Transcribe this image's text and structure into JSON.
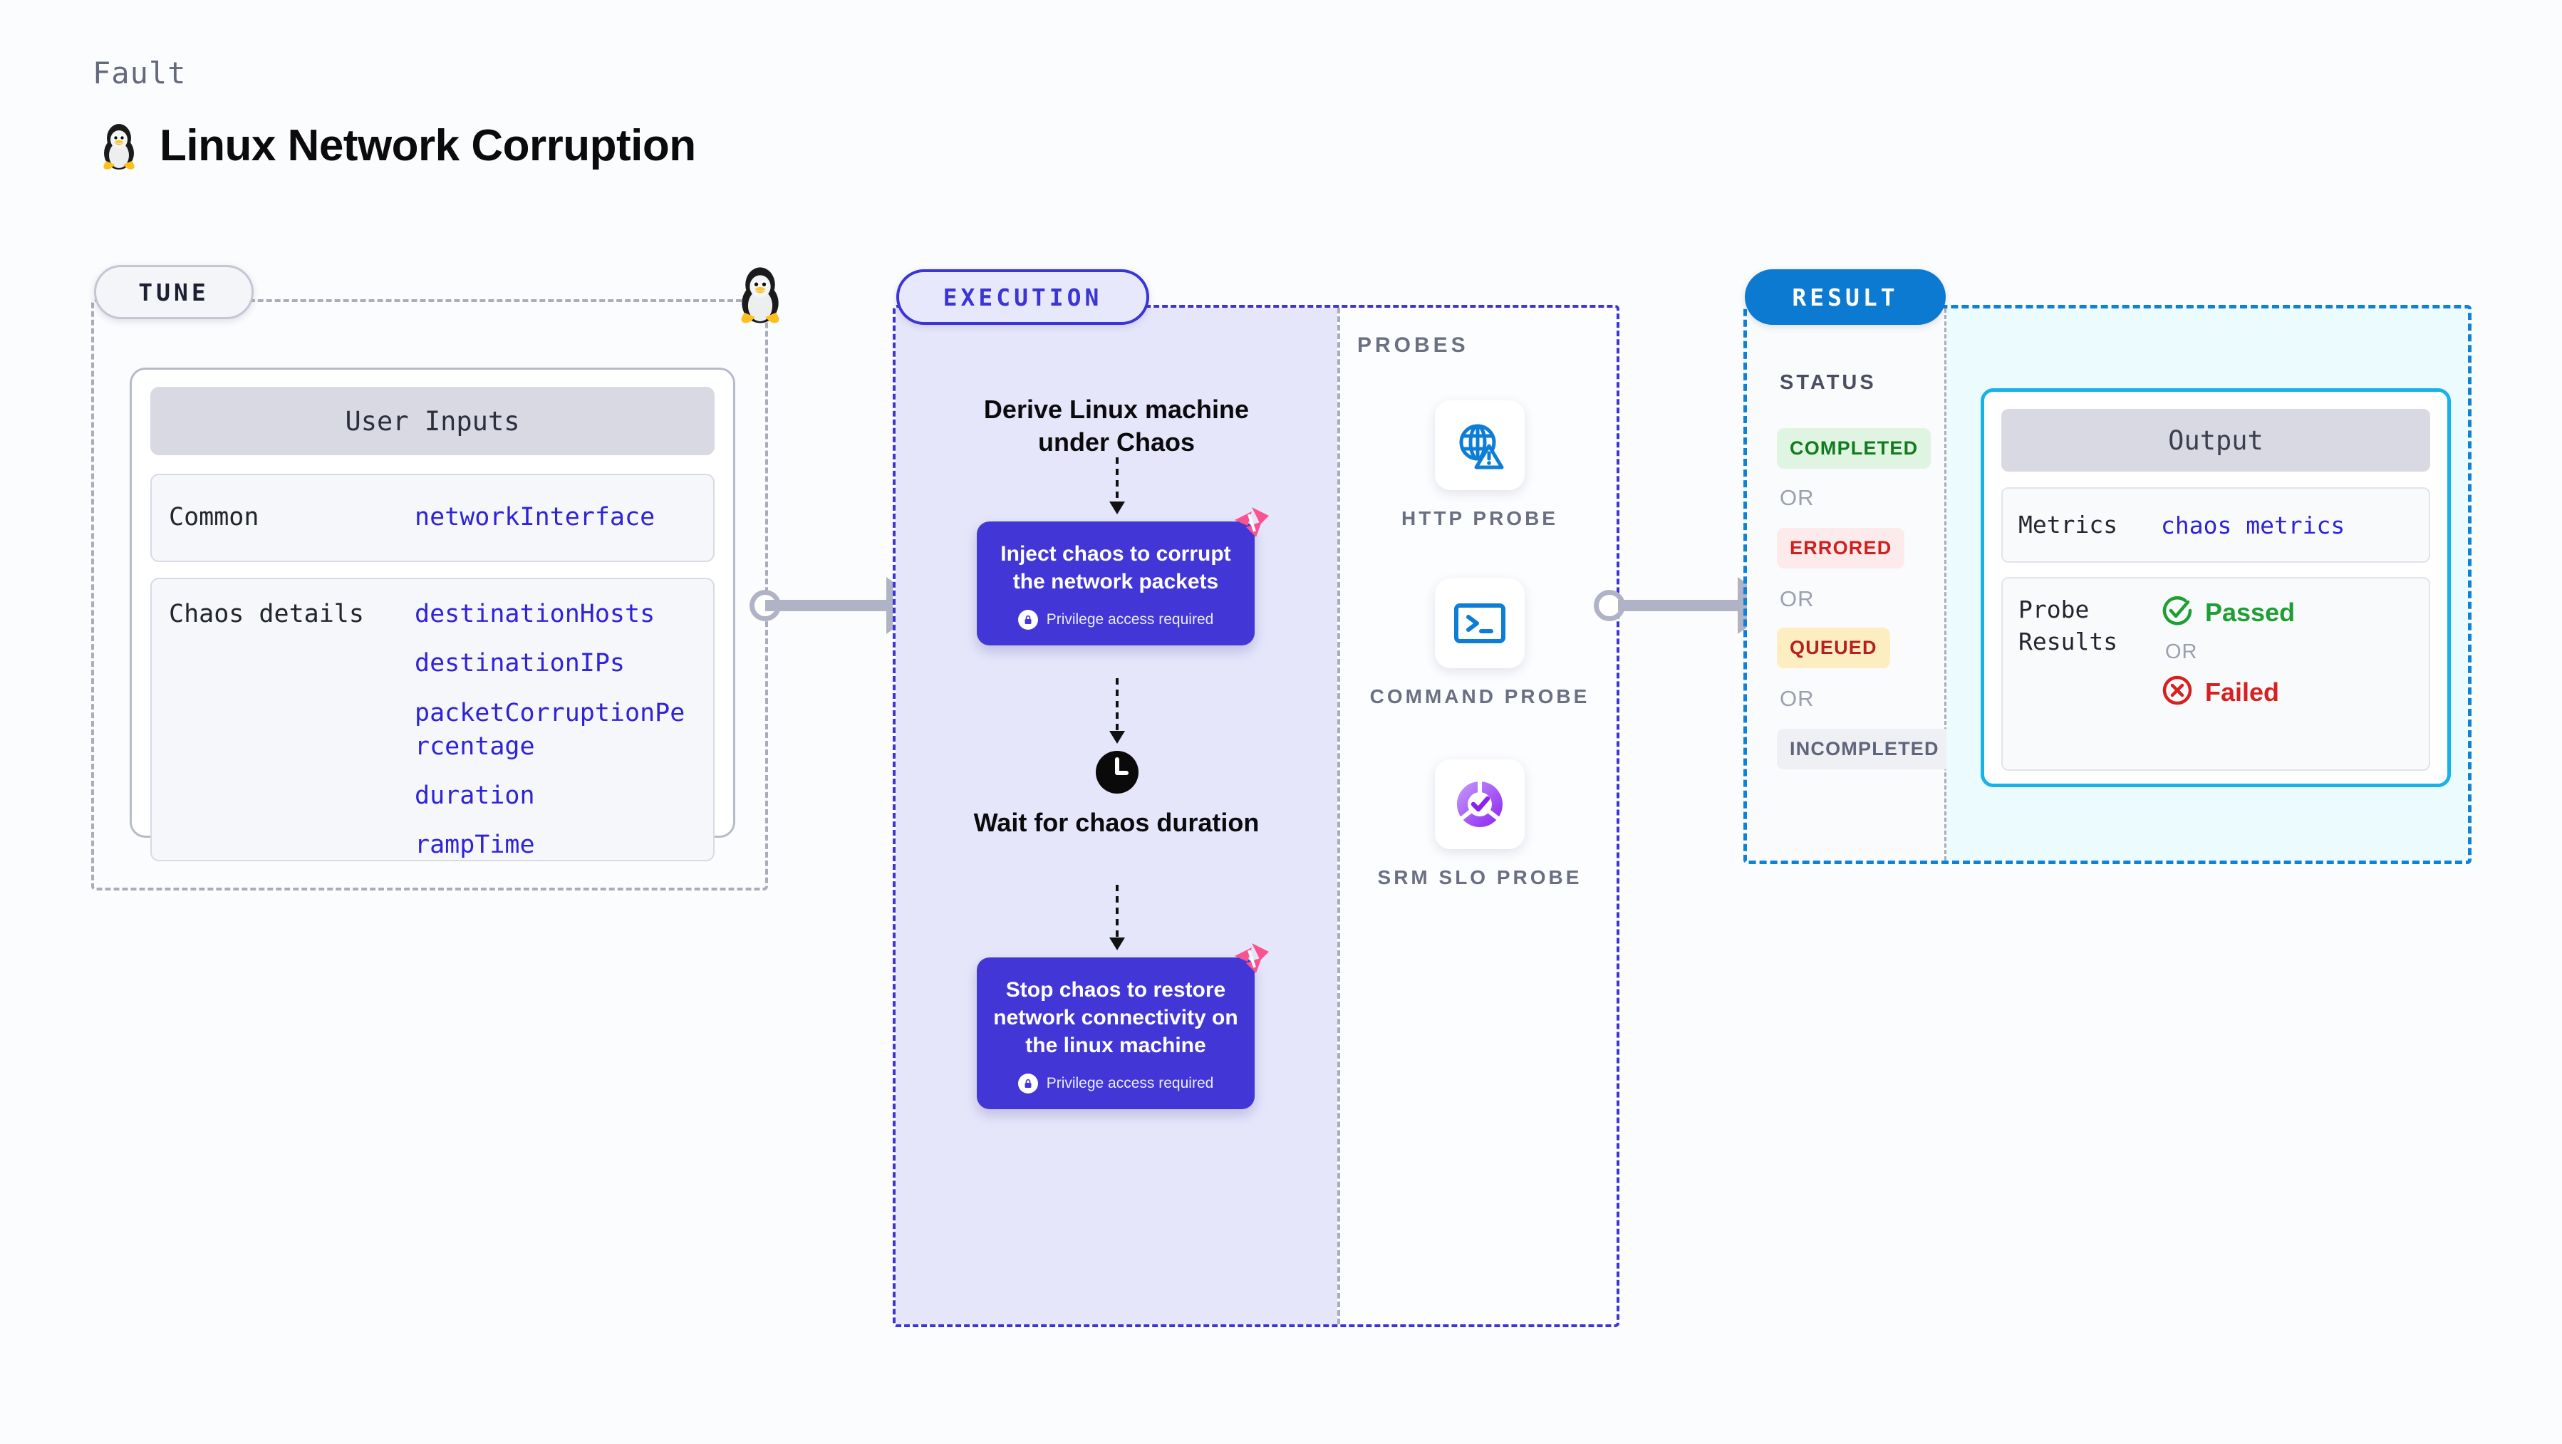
{
  "header": {
    "kicker": "Fault",
    "title": "Linux Network Corruption",
    "icon": "tux-penguin-icon"
  },
  "tune": {
    "badge": "TUNE",
    "card_title": "User Inputs",
    "rows": [
      {
        "label": "Common",
        "values": [
          "networkInterface"
        ]
      },
      {
        "label": "Chaos details",
        "values": [
          "destinationHosts",
          "destinationIPs",
          "packetCorruptionPercentage",
          "duration",
          "rampTime"
        ]
      }
    ]
  },
  "execution": {
    "badge": "EXECUTION",
    "steps": [
      {
        "type": "label",
        "text": "Derive Linux machine under Chaos"
      },
      {
        "type": "node",
        "text": "Inject chaos to corrupt the network packets",
        "privilege": "Privilege access required"
      },
      {
        "type": "label",
        "text": "Wait for chaos duration",
        "icon": "clock-icon"
      },
      {
        "type": "node",
        "text": "Stop chaos to restore network connectivity on the linux machine",
        "privilege": "Privilege access required"
      }
    ]
  },
  "probes": {
    "title": "PROBES",
    "items": [
      {
        "label": "HTTP PROBE",
        "icon": "globe-warning-icon"
      },
      {
        "label": "COMMAND PROBE",
        "icon": "terminal-prompt-icon"
      },
      {
        "label": "SRM SLO PROBE",
        "icon": "slo-donut-check-icon"
      }
    ]
  },
  "result": {
    "badge": "RESULT",
    "status_title": "STATUS",
    "or_text": "OR",
    "statuses": [
      {
        "label": "COMPLETED"
      },
      {
        "label": "ERRORED"
      },
      {
        "label": "QUEUED"
      },
      {
        "label": "INCOMPLETED"
      }
    ],
    "output": {
      "card_title": "Output",
      "metrics_label": "Metrics",
      "metrics_value": "chaos metrics",
      "probe_label": "Probe Results",
      "passed": "Passed",
      "failed": "Failed",
      "or_text": "OR"
    }
  },
  "colors": {
    "accent_purple": "#4237d6",
    "accent_blue": "#0d7ad1",
    "cyan": "#17b3e8",
    "pink": "#f9538f",
    "green": "#1f9e33",
    "red": "#d62121",
    "mono_value": "#2f23d8"
  }
}
